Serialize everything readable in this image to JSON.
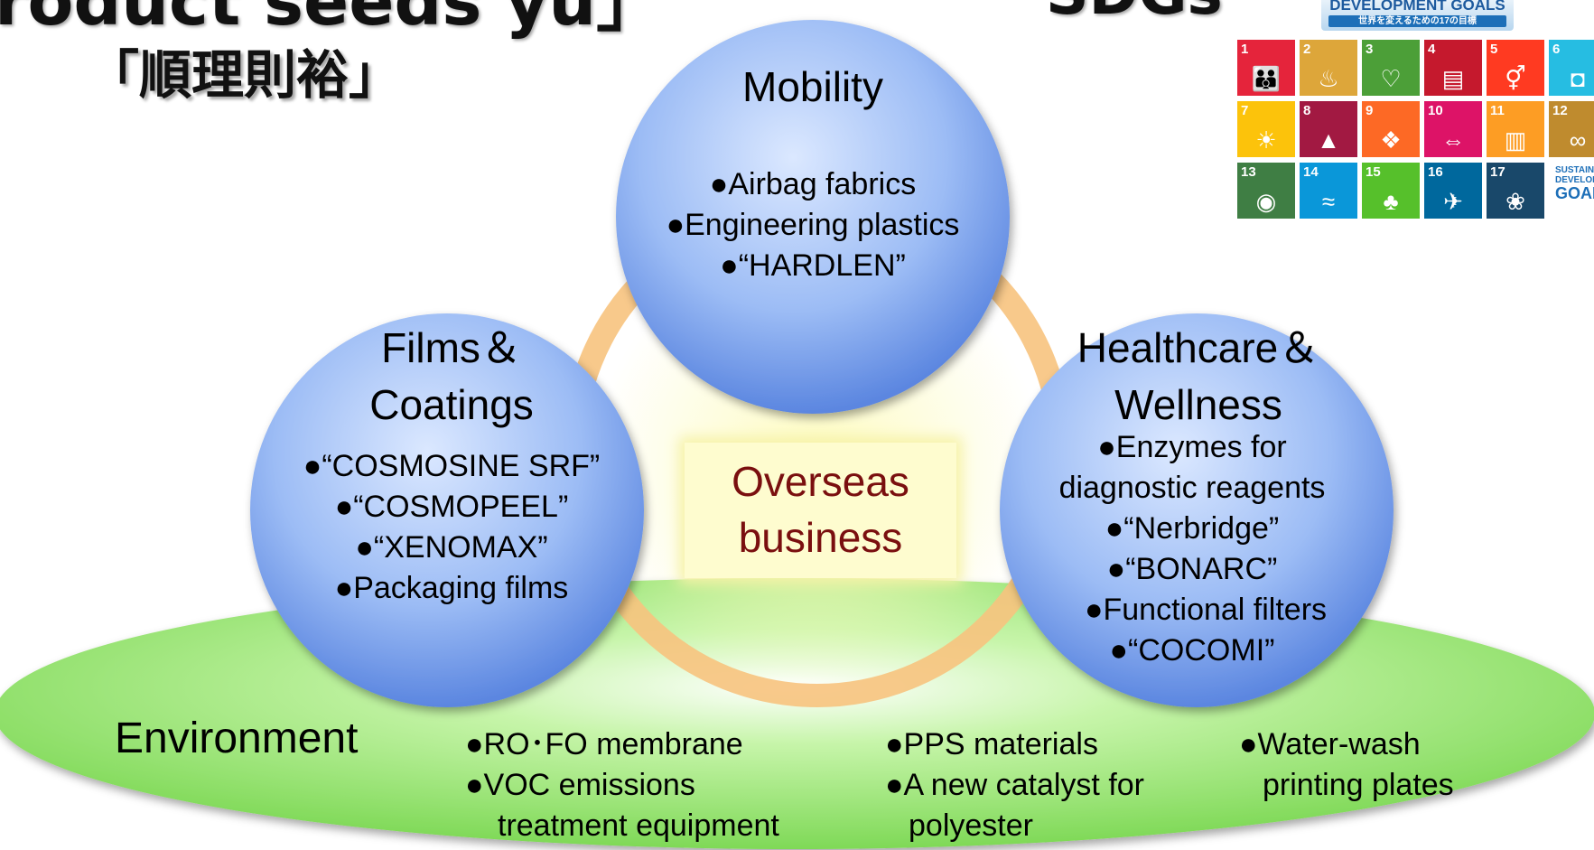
{
  "header": {
    "title_partial": "roduct seeds yu」",
    "title_japanese": "「順理則裕」",
    "sdgs_label": "SDGs"
  },
  "sdgs_panel": {
    "banner_text": "DEVELOPMENT GOALS",
    "banner_subtext": "世界を変えるための17の目標",
    "tiles": [
      {
        "num": "1",
        "icon": "people-icon",
        "glyph": "👪",
        "color": "#e5243b"
      },
      {
        "num": "2",
        "icon": "bowl-icon",
        "glyph": "♨",
        "color": "#dda63a"
      },
      {
        "num": "3",
        "icon": "heartbeat-icon",
        "glyph": "♡",
        "color": "#4c9f38"
      },
      {
        "num": "4",
        "icon": "book-icon",
        "glyph": "▤",
        "color": "#c5192d"
      },
      {
        "num": "5",
        "icon": "gender-icon",
        "glyph": "⚥",
        "color": "#ff3a21"
      },
      {
        "num": "6",
        "icon": "water-icon",
        "glyph": "◘",
        "color": "#26bde2"
      },
      {
        "num": "7",
        "icon": "sun-icon",
        "glyph": "☀",
        "color": "#fcc30b"
      },
      {
        "num": "8",
        "icon": "growth-chart-icon",
        "glyph": "▲",
        "color": "#a21942"
      },
      {
        "num": "9",
        "icon": "cubes-icon",
        "glyph": "❖",
        "color": "#fd6925"
      },
      {
        "num": "10",
        "icon": "equality-icon",
        "glyph": "⇔",
        "color": "#dd1367"
      },
      {
        "num": "11",
        "icon": "city-icon",
        "glyph": "▥",
        "color": "#fd9d24"
      },
      {
        "num": "12",
        "icon": "infinity-icon",
        "glyph": "∞",
        "color": "#bf8b2e"
      },
      {
        "num": "13",
        "icon": "eye-globe-icon",
        "glyph": "◉",
        "color": "#3f7e44"
      },
      {
        "num": "14",
        "icon": "fish-icon",
        "glyph": "≈",
        "color": "#0a97d9"
      },
      {
        "num": "15",
        "icon": "tree-icon",
        "glyph": "♣",
        "color": "#56c02b"
      },
      {
        "num": "16",
        "icon": "dove-icon",
        "glyph": "✈",
        "color": "#00689d"
      },
      {
        "num": "17",
        "icon": "partnership-icon",
        "glyph": "❀",
        "color": "#19486a"
      }
    ],
    "sustainable_line1": "SUSTAINAB",
    "sustainable_line2": "DEVELOPME",
    "sustainable_line3": "GOAL"
  },
  "circles": {
    "mobility": {
      "heading": "Mobility",
      "items": [
        "●Airbag fabrics",
        "●Engineering plastics",
        "●“HARDLEN”"
      ]
    },
    "films": {
      "heading_line1": "Films＆",
      "heading_line2": "Coatings",
      "items": [
        "●“COSMOSINE SRF”",
        "●“COSMOPEEL”",
        "●“XENOMAX”",
        "●Packaging films"
      ]
    },
    "healthcare": {
      "heading_line1": "Healthcare＆",
      "heading_line2": "Wellness",
      "items": [
        "●Enzymes for",
        "diagnostic reagents",
        "●“Nerbridge”",
        "●“BONARC”",
        "●Functional filters",
        "●“COCOMI”"
      ]
    }
  },
  "center_box": {
    "line1": "Overseas",
    "line2": "business"
  },
  "environment": {
    "label": "Environment",
    "col1": [
      "●RO･FO membrane",
      "●VOC emissions",
      "treatment equipment"
    ],
    "col2": [
      "●PPS materials",
      "●A new catalyst for",
      "polyester"
    ],
    "col3": [
      "●Water-wash",
      "printing plates"
    ]
  },
  "colors": {
    "circle_fill": "#8fb2f0",
    "ring": "#f7c37e",
    "ellipse": "#8ee06a",
    "overseas_text": "#7a0f0f"
  }
}
